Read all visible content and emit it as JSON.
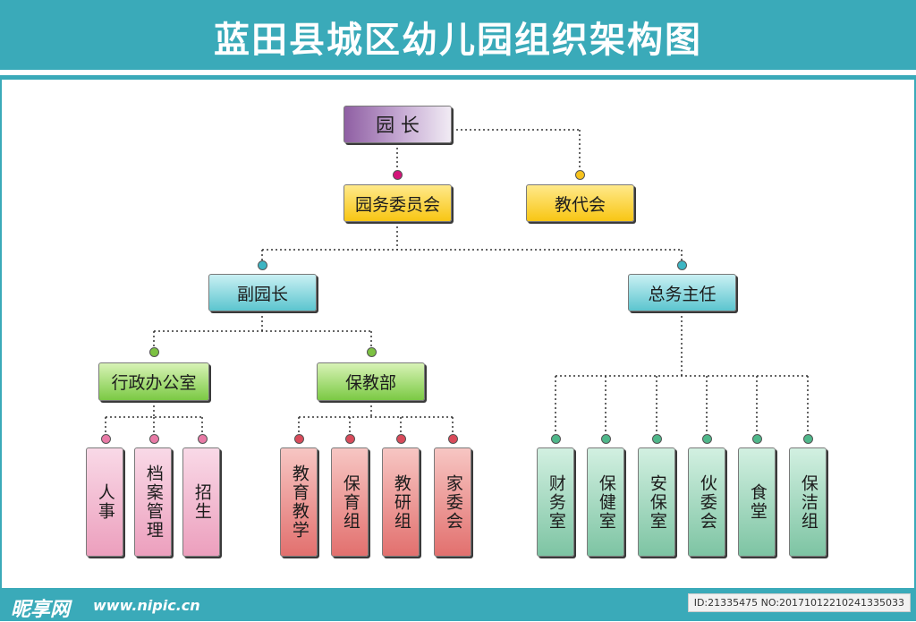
{
  "title": "蓝田县城区幼儿园组织架构图",
  "nodes": {
    "principal": "园 长",
    "committee": "园务委员会",
    "staff_congress": "教代会",
    "vice_principal": "副园长",
    "general_affairs": "总务主任",
    "admin_office": "行政办公室",
    "education_dept": "保教部",
    "personnel": "人事",
    "archives": "档案管理",
    "enrollment": "招生",
    "teaching": "教育教学",
    "care_group": "保育组",
    "research_group": "教研组",
    "parents_committee": "家委会",
    "finance_office": "财务室",
    "health_office": "保健室",
    "security_office": "安保室",
    "food_committee": "伙委会",
    "canteen": "食堂",
    "cleaning_group": "保洁组"
  },
  "colors": {
    "header": "#3aaab9",
    "dot_magenta": "#d4147a",
    "dot_yellow": "#f6c21c",
    "dot_teal": "#3db5c3",
    "dot_green": "#7cc142",
    "dot_pink": "#e87aa6",
    "dot_red": "#d94a5a",
    "dot_mint": "#4fb78a"
  },
  "footer": {
    "logo": "昵享网",
    "url": "www.nipic.cn",
    "id": "ID:21335475 NO:20171012210241335033"
  }
}
